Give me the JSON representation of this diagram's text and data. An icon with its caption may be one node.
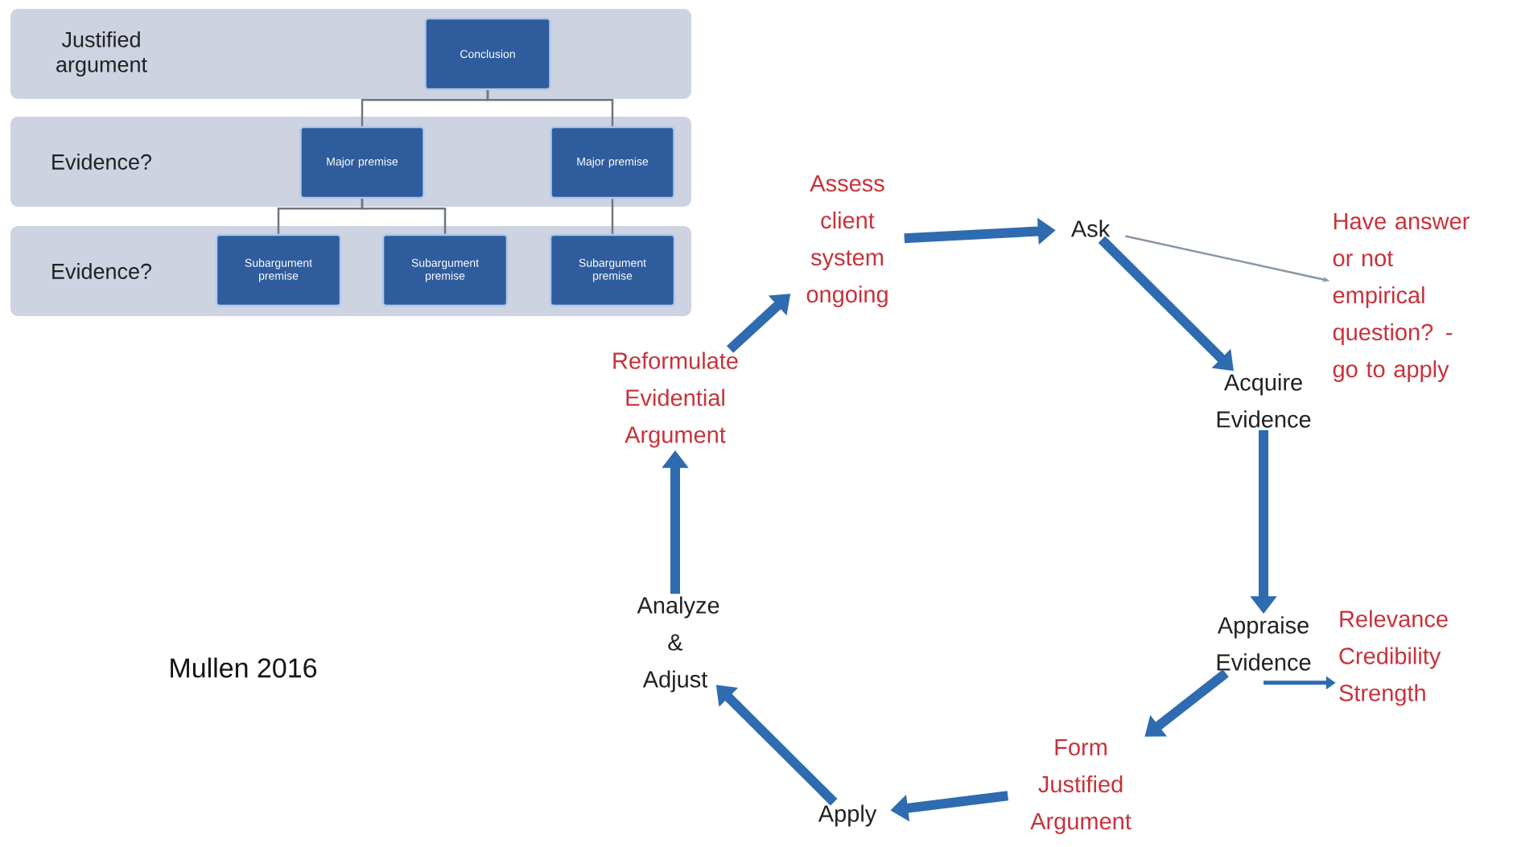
{
  "diagram": {
    "nodes": [
      {
        "text": [
          "Justified argument"
        ]
      },
      {
        "text": [
          "Conclusion"
        ],
        "in": 0
      },
      {
        "text": [
          "Evidence?"
        ]
      },
      {
        "text": [
          "Major premise"
        ],
        "in": 2
      },
      {
        "text": [
          "Major premise"
        ],
        "in": 2
      },
      {
        "text": [
          "Evidence?"
        ]
      },
      {
        "text": [
          "Subargument premise"
        ],
        "in": 5
      },
      {
        "text": [
          "Subargument premise"
        ],
        "in": 5
      },
      {
        "text": [
          "Subargument premise"
        ],
        "in": 5
      },
      {
        "text": [
          "Assess client system ongoing"
        ]
      },
      {
        "text": [
          "Ask"
        ]
      },
      {
        "text": [
          "Have answer or not empirical question? - go to apply"
        ]
      },
      {
        "text": [
          "Acquire Evidence"
        ]
      },
      {
        "text": [
          "Appraise Evidence"
        ]
      },
      {
        "text": [
          "Relevance",
          "Credibility",
          "Strength"
        ]
      },
      {
        "text": [
          "Form Justified Argument"
        ]
      },
      {
        "text": [
          "Apply"
        ]
      },
      {
        "text": [
          "Analyze & Adjust"
        ]
      },
      {
        "text": [
          "Reformulate Evidential Argument"
        ]
      }
    ],
    "edges": [
      {
        "from": 1,
        "to": 3,
        "arrow": "none",
        "color": "#6f7680"
      },
      {
        "from": 1,
        "to": 4,
        "arrow": "none",
        "color": "#6f7680"
      },
      {
        "from": 3,
        "to": 6,
        "arrow": "none",
        "color": "#6f7680"
      },
      {
        "from": 3,
        "to": 7,
        "arrow": "none",
        "color": "#6f7680"
      },
      {
        "from": 4,
        "to": 8,
        "arrow": "none",
        "color": "#6f7680"
      },
      {
        "from": 9,
        "to": 10,
        "arrow": "to"
      },
      {
        "from": 10,
        "to": 11,
        "arrow": "to",
        "color": "#8a96a6"
      },
      {
        "from": 10,
        "to": 12,
        "arrow": "to"
      },
      {
        "from": 12,
        "to": 13,
        "arrow": "to"
      },
      {
        "from": 13,
        "to": 14,
        "arrow": "to"
      },
      {
        "from": 13,
        "to": 15,
        "arrow": "to"
      },
      {
        "from": 15,
        "to": 16,
        "arrow": "to"
      },
      {
        "from": 16,
        "to": 17,
        "arrow": "to"
      },
      {
        "from": 17,
        "to": 18,
        "arrow": "to"
      },
      {
        "from": 18,
        "to": 9,
        "arrow": "to"
      }
    ],
    "labels": [
      "Mullen 2016"
    ]
  }
}
